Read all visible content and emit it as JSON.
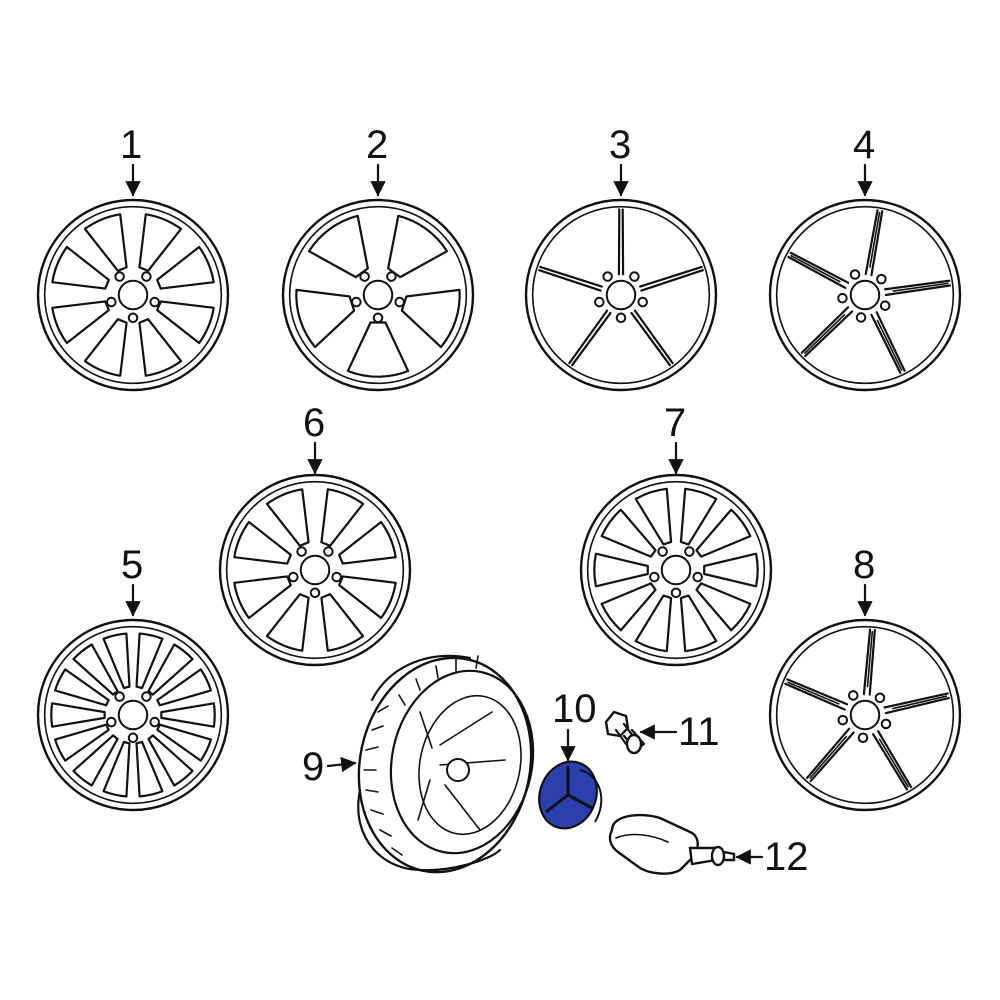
{
  "callouts": {
    "c1": "1",
    "c2": "2",
    "c3": "3",
    "c4": "4",
    "c5": "5",
    "c6": "6",
    "c7": "7",
    "c8": "8",
    "c9": "9",
    "c10": "10",
    "c11": "11",
    "c12": "12"
  },
  "colors": {
    "line": "#111111",
    "highlight_part": "#2b3fae",
    "background": "#ffffff"
  }
}
